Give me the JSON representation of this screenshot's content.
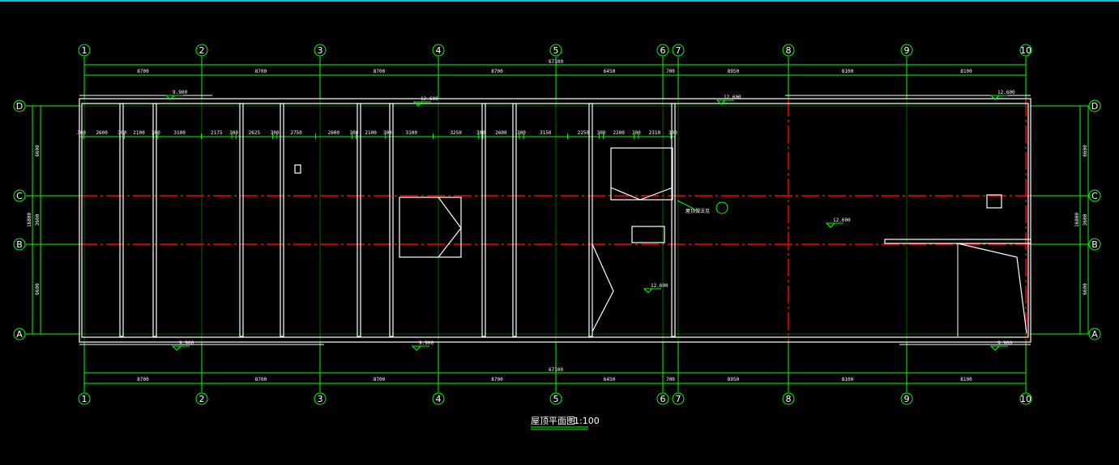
{
  "drawing": {
    "title": "屋顶平面图",
    "scale": "1:100",
    "axes_vertical": [
      "1",
      "2",
      "3",
      "4",
      "5",
      "6",
      "7",
      "8",
      "9",
      "10"
    ],
    "axes_horizontal": [
      "D",
      "C",
      "B",
      "A"
    ],
    "total_dimension": "67100",
    "bay_dimensions": [
      "8700",
      "8700",
      "8700",
      "8700",
      "6450",
      "700",
      "8950",
      "8100",
      "8100"
    ],
    "side_dimensions": [
      "6600",
      "3600",
      "6600"
    ],
    "side_total": "16800",
    "room_widths": [
      "300",
      "2600",
      "300",
      "2100",
      "300",
      "3100",
      "2175",
      "300",
      "2625",
      "300",
      "2750",
      "2600",
      "300",
      "2100",
      "300",
      "3100",
      "3250",
      "300",
      "2600",
      "300",
      "3150",
      "2250",
      "300",
      "2200",
      "300",
      "2310",
      "300"
    ],
    "elevations": [
      "9.900",
      "12.600",
      "12.600",
      "12.600",
      "9.900",
      "9.900",
      "9.900",
      "12.600",
      "12.600"
    ],
    "annotation_stair": "屋顶做法见",
    "colors": {
      "axis": "#00ff00",
      "wall": "#ffffff",
      "centerline": "#ff0000",
      "background": "#000000"
    }
  }
}
